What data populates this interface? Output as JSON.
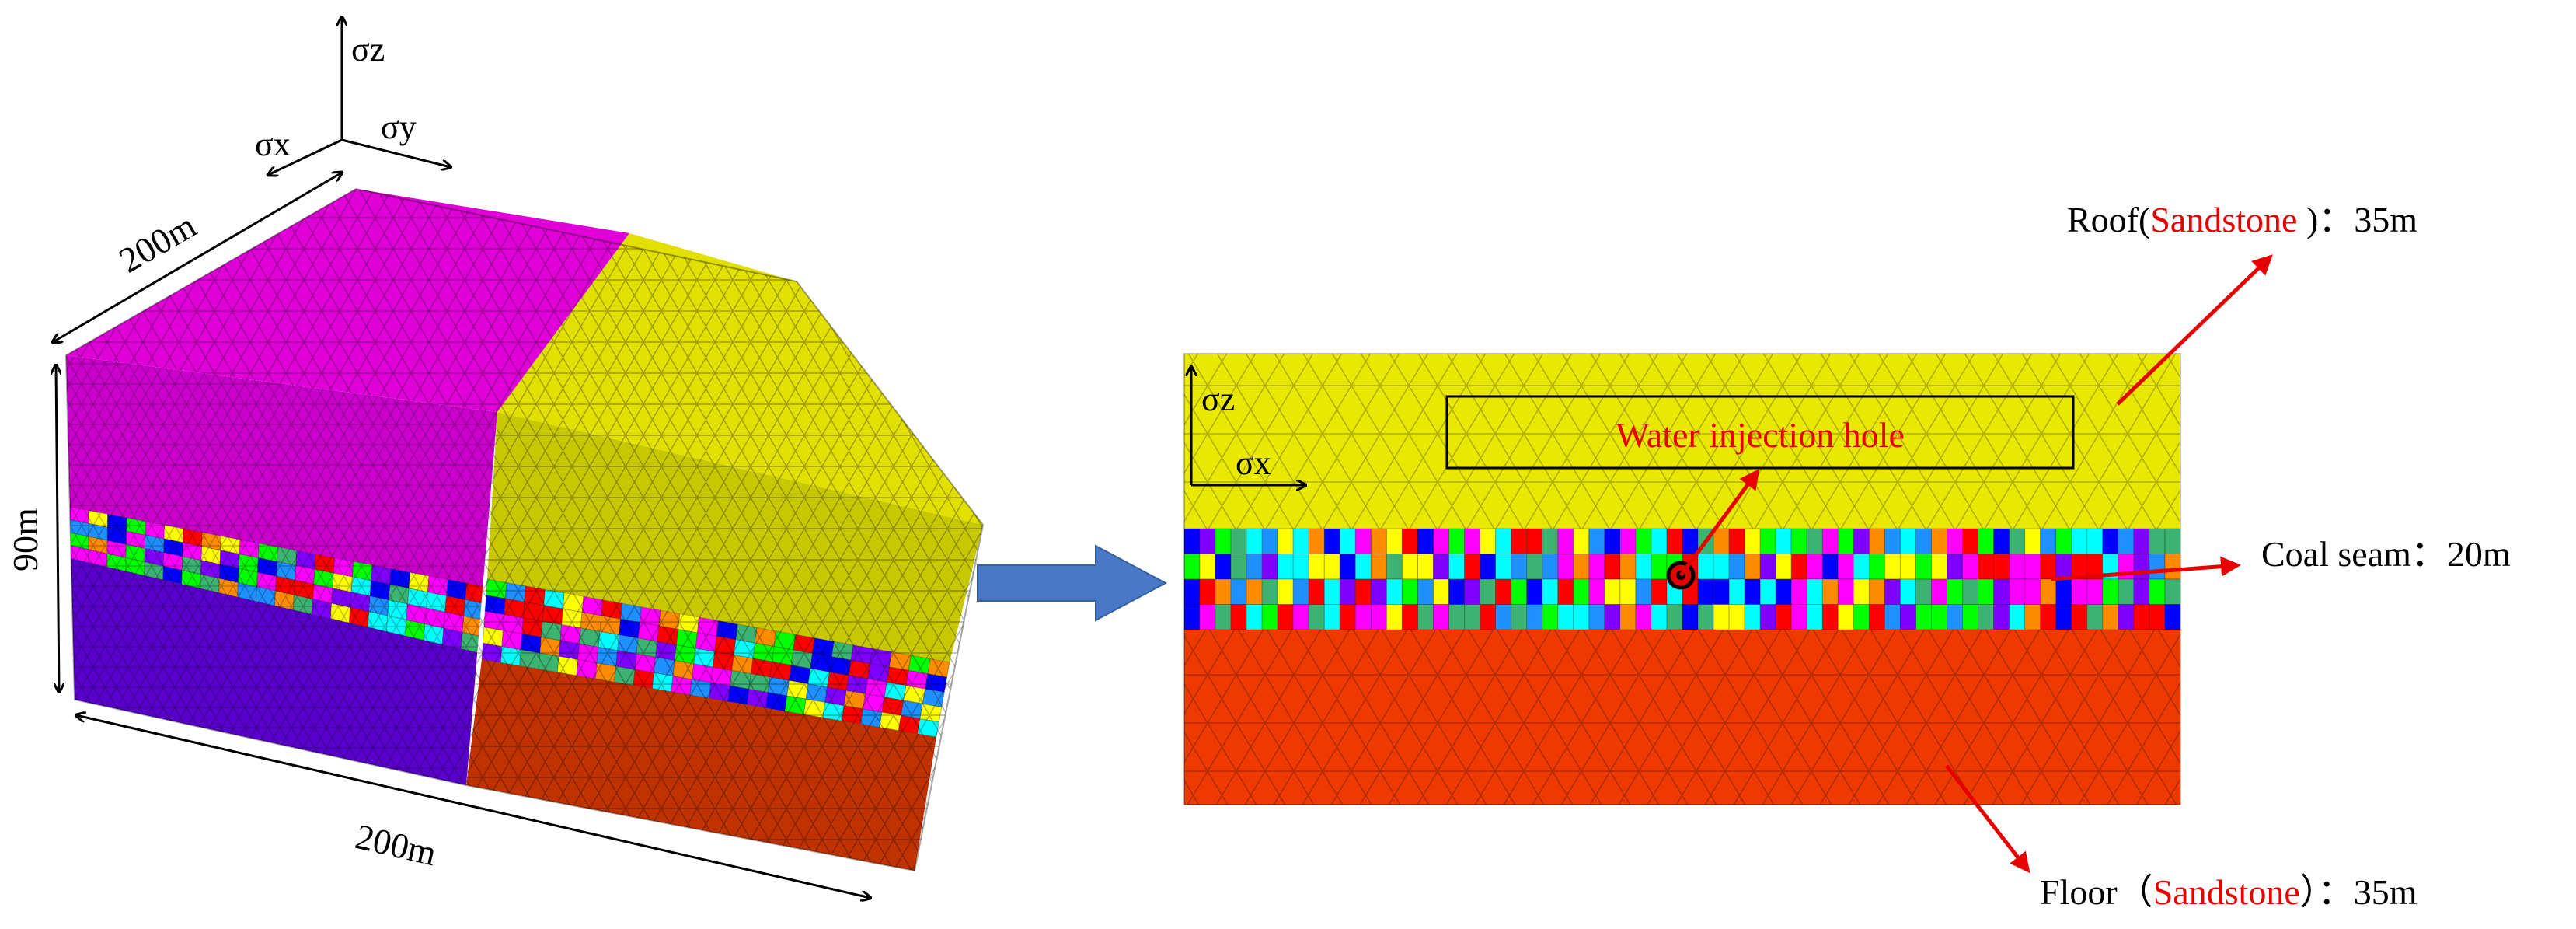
{
  "left_model": {
    "axes": {
      "z": "σz",
      "x": "σx",
      "y": "σy"
    },
    "dims": {
      "depth": "200m",
      "height": "90m",
      "width": "200m"
    },
    "colors": {
      "top_left": "#e000d8",
      "top_right": "#e2e000",
      "side_top": "#c8c800",
      "front_upper": "#cc00cc",
      "front_lower": "#5a00cc",
      "side_lower": "#c03200"
    }
  },
  "right_section": {
    "axes": {
      "z": "σz",
      "x": "σx"
    },
    "hole_label": "Water injection hole",
    "colors": {
      "roof": "#e8e800",
      "floor": "#ee3a00"
    }
  },
  "annotations": {
    "roof": {
      "prefix": "Roof(",
      "rock": "Sandstone",
      "suffix": " )：35m"
    },
    "coal": {
      "text": "Coal seam：20m"
    },
    "floor": {
      "prefix": "Floor（",
      "rock": "Sandstone",
      "suffix": "）：35m"
    }
  },
  "coal_palette": [
    "#ff0000",
    "#0000ff",
    "#00ff00",
    "#00ffff",
    "#ff00ff",
    "#ffff00",
    "#8000ff",
    "#3cb371",
    "#ff8c00",
    "#1e90ff"
  ]
}
